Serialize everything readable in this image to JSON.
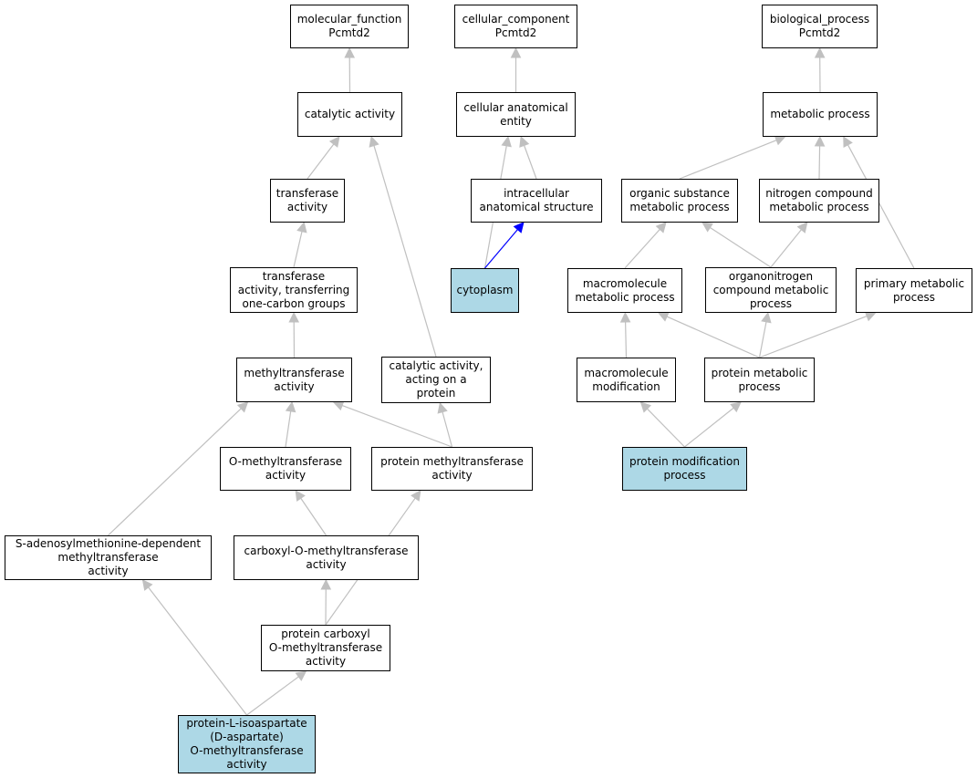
{
  "colors": {
    "highlight": "#add8e6",
    "edge": "#c0c0c0",
    "edge_highlight": "#0000ff",
    "border": "#000000"
  },
  "nodes": {
    "mf_root": {
      "lines": [
        "molecular_function",
        "Pcmtd2"
      ]
    },
    "cc_root": {
      "lines": [
        "cellular_component",
        "Pcmtd2"
      ]
    },
    "bp_root": {
      "lines": [
        "biological_process",
        "Pcmtd2"
      ]
    },
    "catalytic": {
      "lines": [
        "catalytic activity"
      ]
    },
    "cae": {
      "lines": [
        "cellular anatomical",
        "entity"
      ]
    },
    "metabolic": {
      "lines": [
        "metabolic process"
      ]
    },
    "transferase": {
      "lines": [
        "transferase",
        "activity"
      ]
    },
    "ias": {
      "lines": [
        "intracellular",
        "anatomical structure"
      ]
    },
    "organic": {
      "lines": [
        "organic substance",
        "metabolic process"
      ]
    },
    "nitrogen": {
      "lines": [
        "nitrogen compound",
        "metabolic process"
      ]
    },
    "onecarbon": {
      "lines": [
        "transferase",
        "activity, transferring",
        "one-carbon groups"
      ]
    },
    "cytoplasm": {
      "lines": [
        "cytoplasm"
      ],
      "highlight": true
    },
    "macro": {
      "lines": [
        "macromolecule",
        "metabolic process"
      ]
    },
    "organonitrogen": {
      "lines": [
        "organonitrogen",
        "compound metabolic",
        "process"
      ]
    },
    "primary": {
      "lines": [
        "primary metabolic",
        "process"
      ]
    },
    "methyltransferase": {
      "lines": [
        "methyltransferase",
        "activity"
      ]
    },
    "cat_protein": {
      "lines": [
        "catalytic activity,",
        "acting on a",
        "protein"
      ]
    },
    "macromod": {
      "lines": [
        "macromolecule",
        "modification"
      ]
    },
    "protmeta": {
      "lines": [
        "protein metabolic",
        "process"
      ]
    },
    "omethyl": {
      "lines": [
        "O-methyltransferase",
        "activity"
      ]
    },
    "protmethyl": {
      "lines": [
        "protein methyltransferase",
        "activity"
      ]
    },
    "protmod": {
      "lines": [
        "protein modification",
        "process"
      ],
      "highlight": true
    },
    "sam": {
      "lines": [
        "S-adenosylmethionine-dependent",
        "methyltransferase",
        "activity"
      ]
    },
    "carboxyl": {
      "lines": [
        "carboxyl-O-methyltransferase",
        "activity"
      ]
    },
    "protcarboxyl": {
      "lines": [
        "protein carboxyl",
        "O-methyltransferase",
        "activity"
      ]
    },
    "isoaspartate": {
      "lines": [
        "protein-L-isoaspartate",
        "(D-aspartate)",
        "O-methyltransferase",
        "activity"
      ],
      "highlight": true
    }
  },
  "edges": [
    {
      "from": "catalytic",
      "to": "mf_root"
    },
    {
      "from": "transferase",
      "to": "catalytic"
    },
    {
      "from": "onecarbon",
      "to": "transferase"
    },
    {
      "from": "methyltransferase",
      "to": "onecarbon"
    },
    {
      "from": "cat_protein",
      "to": "catalytic"
    },
    {
      "from": "omethyl",
      "to": "methyltransferase"
    },
    {
      "from": "protmethyl",
      "to": "methyltransferase"
    },
    {
      "from": "protmethyl",
      "to": "cat_protein"
    },
    {
      "from": "sam",
      "to": "methyltransferase"
    },
    {
      "from": "carboxyl",
      "to": "omethyl"
    },
    {
      "from": "protcarboxyl",
      "to": "carboxyl"
    },
    {
      "from": "protcarboxyl",
      "to": "protmethyl"
    },
    {
      "from": "isoaspartate",
      "to": "sam"
    },
    {
      "from": "isoaspartate",
      "to": "protcarboxyl"
    },
    {
      "from": "cae",
      "to": "cc_root"
    },
    {
      "from": "ias",
      "to": "cae"
    },
    {
      "from": "cytoplasm",
      "to": "cae"
    },
    {
      "from": "cytoplasm",
      "to": "ias",
      "highlight": true
    },
    {
      "from": "metabolic",
      "to": "bp_root"
    },
    {
      "from": "organic",
      "to": "metabolic"
    },
    {
      "from": "nitrogen",
      "to": "metabolic"
    },
    {
      "from": "primary",
      "to": "metabolic"
    },
    {
      "from": "macro",
      "to": "organic"
    },
    {
      "from": "organonitrogen",
      "to": "organic"
    },
    {
      "from": "organonitrogen",
      "to": "nitrogen"
    },
    {
      "from": "macromod",
      "to": "macro"
    },
    {
      "from": "protmeta",
      "to": "macro"
    },
    {
      "from": "protmeta",
      "to": "organonitrogen"
    },
    {
      "from": "protmeta",
      "to": "primary"
    },
    {
      "from": "protmod",
      "to": "macromod"
    },
    {
      "from": "protmod",
      "to": "protmeta"
    }
  ]
}
